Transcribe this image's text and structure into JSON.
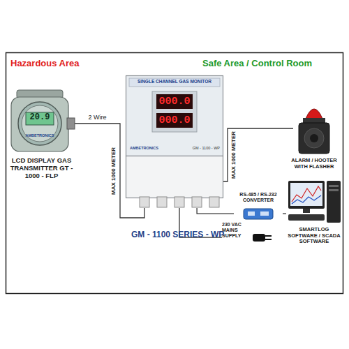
{
  "diagram": {
    "nodes": [
      {
        "text": [
          "20.9",
          "AMBETRONICS",
          "LCD DISPLAY GAS TRANSMITTER GT - 1000 - FLP"
        ]
      },
      {
        "text": [
          "SINGLE CHANNEL GAS MONITOR",
          "000.0",
          "000.0",
          "AMBETRONICS",
          "GM - 1100 - WP"
        ]
      },
      {
        "text": [
          "ALARM / HOOTER WITH FLASHER"
        ]
      },
      {
        "text": [
          "RS-485 / RS-232 CONVERTER"
        ]
      },
      {
        "text": [
          "SMARTLOG SOFTWARE / SCADA SOFTWARE"
        ]
      },
      {
        "text": [
          "230 VAC MAINS SUPPLY"
        ]
      }
    ],
    "edges": [
      {
        "from": 0,
        "to": 1,
        "arrow": "none",
        "label": "2 Wire"
      },
      {
        "from": 1,
        "to": 2,
        "arrow": "none"
      },
      {
        "from": 1,
        "to": 3,
        "arrow": "none"
      },
      {
        "from": 3,
        "to": 4,
        "arrow": "none"
      },
      {
        "from": 1,
        "to": 5,
        "arrow": "none"
      }
    ],
    "labels": [
      "Hazardous Area",
      "Safe Area / Control Room",
      "MAX 1000 METER",
      "MAX 1000 METER",
      "GM - 1100 SERIES - WP"
    ]
  }
}
